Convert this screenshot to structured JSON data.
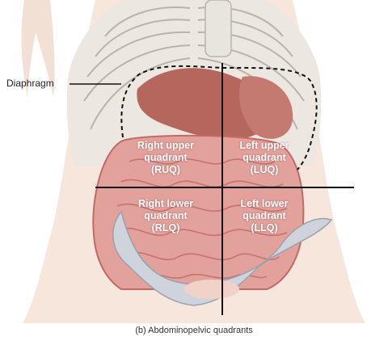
{
  "figure": {
    "caption": "(b) Abdominopelvic quadrants",
    "diaphragm_label": "Diaphragm",
    "quadrants": [
      {
        "id": "ruq",
        "lines": [
          "Right upper",
          "quadrant",
          "(RUQ)"
        ]
      },
      {
        "id": "luq",
        "lines": [
          "Left upper",
          "quadrant",
          "(LUQ)"
        ]
      },
      {
        "id": "rlq",
        "lines": [
          "Right lower",
          "quadrant",
          "(RLQ)"
        ]
      },
      {
        "id": "llq",
        "lines": [
          "Left lower",
          "quadrant",
          "(LLQ)"
        ]
      }
    ]
  },
  "colors": {
    "skin": "#f6e6dc",
    "bone": "#e8e4de",
    "bone_outline": "#b9b3ab",
    "liver": "#b5675e",
    "intestine": "#e3a19b",
    "intestine_outline": "#c26a66",
    "pelvis": "#cfd4dc",
    "dividing_lines": "#111111"
  }
}
